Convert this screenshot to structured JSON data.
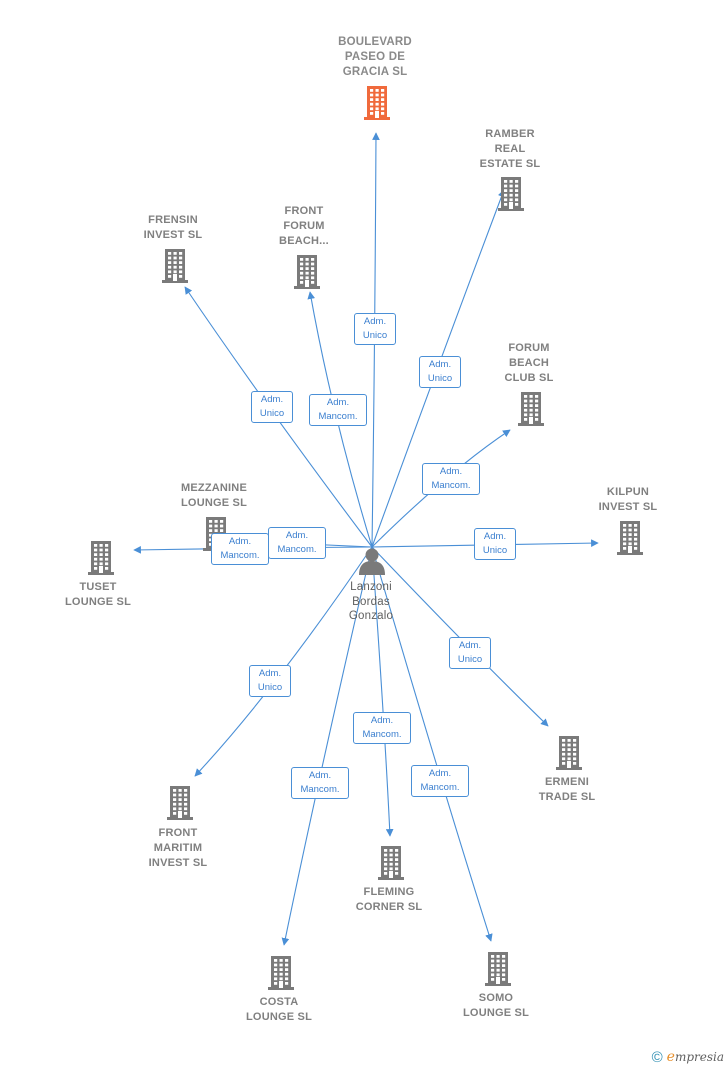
{
  "center": {
    "name": "Lanzoni\nBordas\nGonzalo",
    "icon": "person-icon"
  },
  "colors": {
    "edge": "#4a8fd6",
    "building": "#7a7a7a",
    "highlight": "#f06a3c",
    "label": "#808080"
  },
  "companies": [
    {
      "id": "boulevard-paseo-de-gracia",
      "name": "BOULEVARD\nPASEO DE\nGRACIA  SL",
      "role": "Adm.\nUnico",
      "highlight": true
    },
    {
      "id": "ramber-real-estate",
      "name": "RAMBER\nREAL\nESTATE  SL",
      "role": "Adm.\nUnico"
    },
    {
      "id": "frensin-invest",
      "name": "FRENSIN\nINVEST  SL",
      "role": "Adm.\nUnico"
    },
    {
      "id": "front-forum-beach",
      "name": "FRONT\nFORUM\nBEACH...",
      "role": "Adm.\nMancom."
    },
    {
      "id": "forum-beach-club",
      "name": "FORUM\nBEACH\nCLUB  SL",
      "role": "Adm.\nMancom."
    },
    {
      "id": "mezzanine-lounge",
      "name": "MEZZANINE\nLOUNGE  SL",
      "role": "Adm.\nMancom."
    },
    {
      "id": "tuset-lounge",
      "name": "TUSET\nLOUNGE  SL",
      "role": "Adm.\nMancom."
    },
    {
      "id": "kilpun-invest",
      "name": "KILPUN\nINVEST  SL",
      "role": "Adm.\nUnico"
    },
    {
      "id": "front-maritim-invest",
      "name": "FRONT\nMARITIM\nINVEST  SL",
      "role": "Adm.\nUnico"
    },
    {
      "id": "ermeni-trade",
      "name": "ERMENI\nTRADE  SL",
      "role": "Adm.\nUnico"
    },
    {
      "id": "fleming-corner",
      "name": "FLEMING\nCORNER  SL",
      "role": "Adm.\nMancom."
    },
    {
      "id": "costa-lounge",
      "name": "COSTA\nLOUNGE  SL",
      "role": "Adm.\nMancom."
    },
    {
      "id": "somo-lounge",
      "name": "SOMO\nLOUNGE  SL",
      "role": "Adm.\nMancom."
    }
  ],
  "footer": {
    "copyright_icon": "copyright-icon",
    "brand_initial": "e",
    "brand_rest": "mpresia"
  }
}
